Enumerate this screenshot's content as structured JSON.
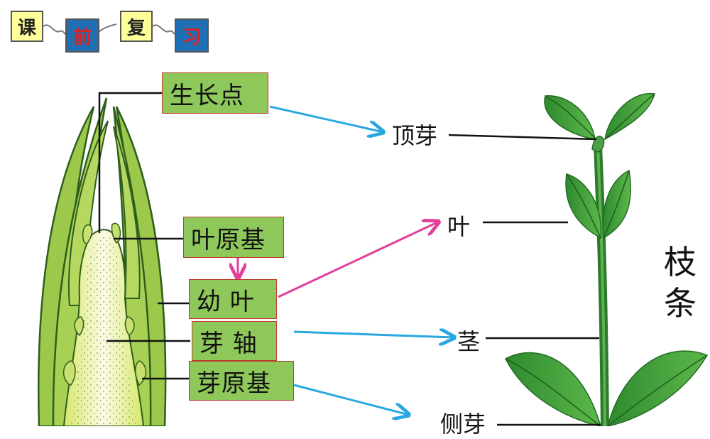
{
  "nav": {
    "items": [
      {
        "text": "课",
        "style": "yellow"
      },
      {
        "text": "前",
        "style": "blue"
      },
      {
        "text": "复",
        "style": "yellow"
      },
      {
        "text": "习",
        "style": "blue"
      }
    ]
  },
  "bud_labels": {
    "growth_point": "生长点",
    "leaf_primordium": "叶原基",
    "young_leaf": "幼 叶",
    "bud_axis": "芽 轴",
    "bud_primordium": "芽原基"
  },
  "shoot_labels": {
    "terminal_bud": "顶芽",
    "leaf": "叶",
    "stem": "茎",
    "lateral_bud": "侧芽"
  },
  "title": "枝条",
  "colors": {
    "label_bg": "#8fc85a",
    "label_border": "#c0392b",
    "arrow_blue": "#29a8df",
    "arrow_pink": "#e0409a",
    "nav_yellow": "#ffff99",
    "nav_blue": "#1f6fb5",
    "nav_red_text": "#e02020",
    "leaf_green": "#3d9a3a"
  }
}
